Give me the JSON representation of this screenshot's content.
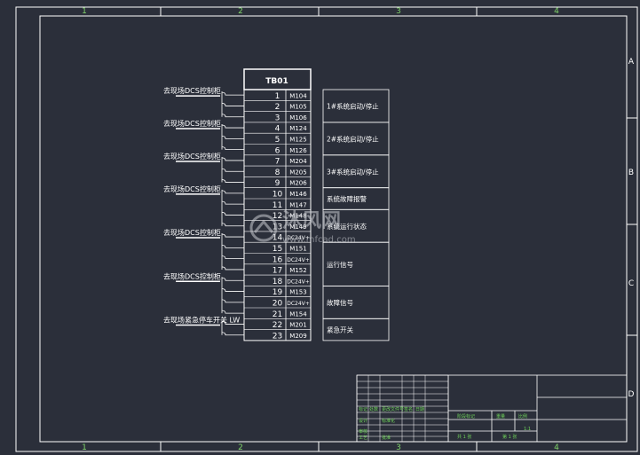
{
  "frame": {
    "col_labels": [
      "1",
      "2",
      "3",
      "4"
    ],
    "row_labels": [
      "A",
      "B",
      "C",
      "D"
    ]
  },
  "terminal_block": {
    "title": "TB01",
    "rows": [
      {
        "num": "1",
        "code": "M104"
      },
      {
        "num": "2",
        "code": "M105"
      },
      {
        "num": "3",
        "code": "M106"
      },
      {
        "num": "4",
        "code": "M124"
      },
      {
        "num": "5",
        "code": "M125"
      },
      {
        "num": "6",
        "code": "M126"
      },
      {
        "num": "7",
        "code": "M204"
      },
      {
        "num": "8",
        "code": "M205"
      },
      {
        "num": "9",
        "code": "M206"
      },
      {
        "num": "10",
        "code": "M146"
      },
      {
        "num": "11",
        "code": "M147"
      },
      {
        "num": "12",
        "code": "M148"
      },
      {
        "num": "13",
        "code": "M149"
      },
      {
        "num": "14",
        "code": "DC24V+"
      },
      {
        "num": "15",
        "code": "M151"
      },
      {
        "num": "16",
        "code": "DC24V+"
      },
      {
        "num": "17",
        "code": "M152"
      },
      {
        "num": "18",
        "code": "DC24V+"
      },
      {
        "num": "19",
        "code": "M153"
      },
      {
        "num": "20",
        "code": "DC24V+"
      },
      {
        "num": "21",
        "code": "M154"
      },
      {
        "num": "22",
        "code": "M201"
      },
      {
        "num": "23",
        "code": "M209"
      }
    ]
  },
  "left_labels": [
    "去现场DCS控制柜",
    "去现场DCS控制柜",
    "去现场DCS控制柜",
    "去现场DCS控制柜",
    "去现场DCS控制柜",
    "去现场DCS控制柜",
    "去现场紧急停车开关 LW"
  ],
  "function_boxes": [
    "1#系统启动/停止",
    "2#系统启动/停止",
    "3#系统启动/停止",
    "系统故障报警",
    "系统运行状态",
    "运行信号",
    "故障信号",
    "紧急开关"
  ],
  "watermark": {
    "brand": "沐风网",
    "url": "www.mfcad.com"
  },
  "title_block": {
    "cells": [
      "标记",
      "处数",
      "更改文件号",
      "签名",
      "日期",
      "设计",
      "标准化",
      "阶段标记",
      "重量",
      "比例",
      "审核",
      "工艺",
      "批准",
      "共 1 张",
      "第 1 张",
      "1:1"
    ]
  },
  "colors": {
    "background": "#2b2f3a",
    "lines": "#ffffff",
    "frame_labels": "#7fd26a",
    "title_block_text": "#6fd35a",
    "watermark": "#c9ccd2"
  }
}
